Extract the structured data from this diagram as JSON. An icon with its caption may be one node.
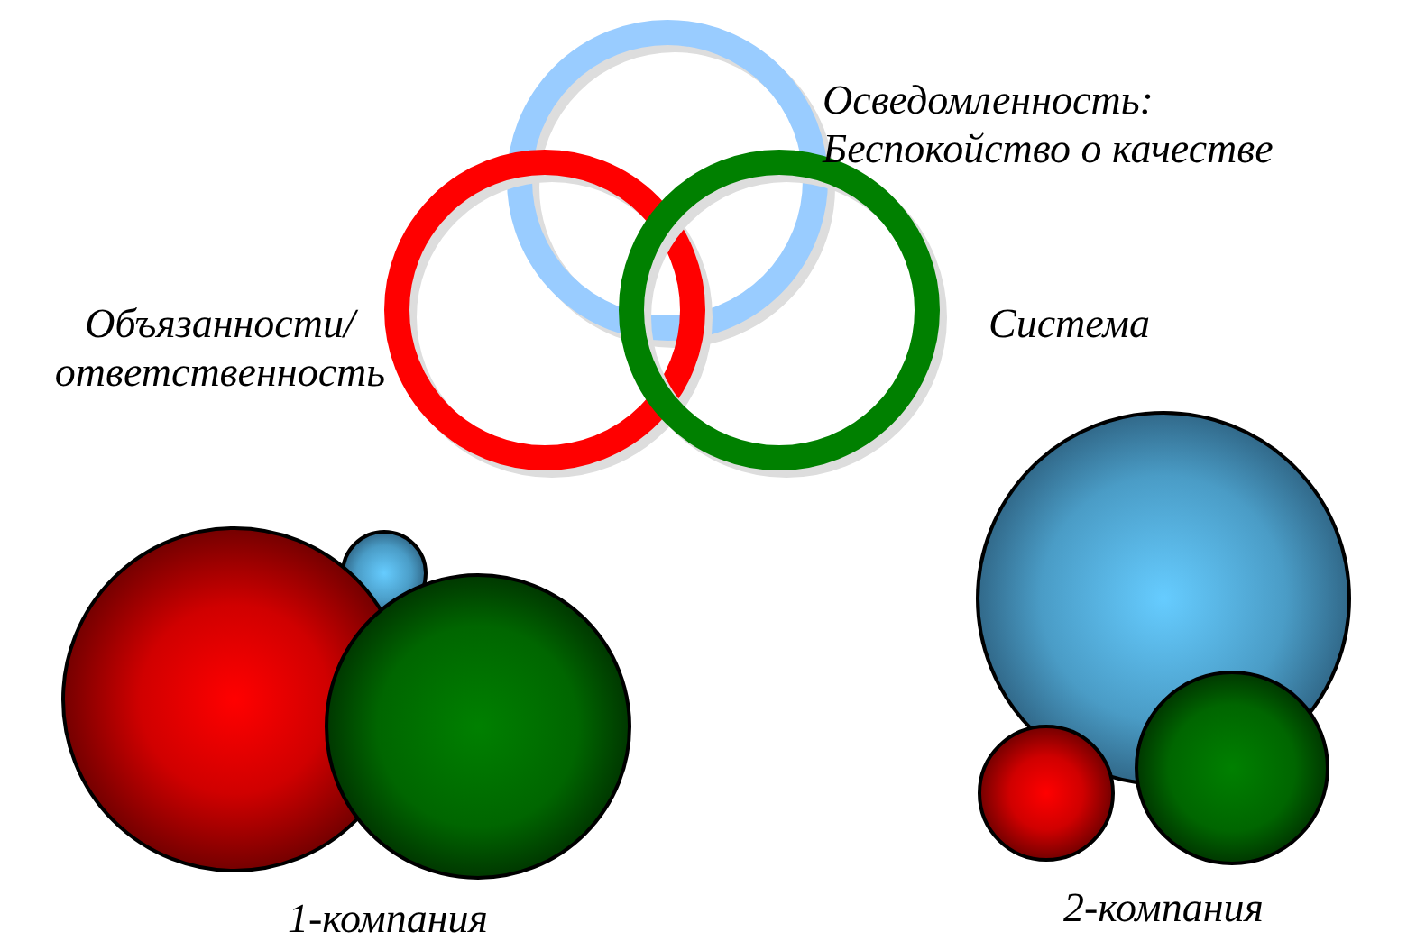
{
  "diagram": {
    "labels": [
      "Осведомленность: Беспокойство о качестве",
      "Объязанности/ ответственность",
      "Система",
      "1-компания",
      "2-компания"
    ]
  }
}
